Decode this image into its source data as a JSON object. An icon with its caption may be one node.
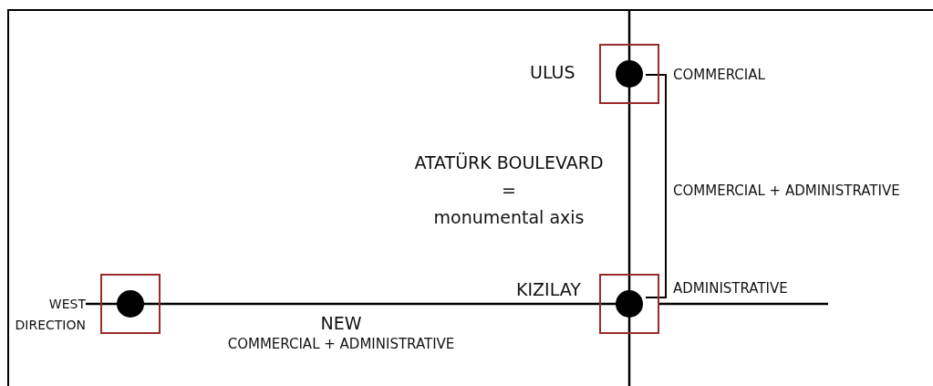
{
  "diagram": {
    "nodes": [
      {
        "text": [],
        "shape": "box",
        "beside": [
          "ULUS"
        ]
      },
      {
        "text": [],
        "shape": "box",
        "beside": [
          "KIZILAY"
        ]
      },
      {
        "text": [],
        "shape": "box"
      },
      {
        "text": [
          "WEST DIRECTION"
        ]
      }
    ],
    "edges": [
      {
        "from": 0,
        "to": 1,
        "arrow": "none"
      },
      {
        "from": 2,
        "to": 1,
        "arrow": "none"
      },
      {
        "from": 3,
        "to": 2,
        "arrow": "none"
      }
    ],
    "labels": [
      "COMMERCIAL",
      "ATATÜRK BOULEVARD",
      "=",
      "monumental axis",
      "COMMERCIAL + ADMINISTRATIVE",
      "ADMINISTRATIVE",
      "NEW",
      "COMMERCIAL + ADMINISTRATIVE"
    ]
  }
}
